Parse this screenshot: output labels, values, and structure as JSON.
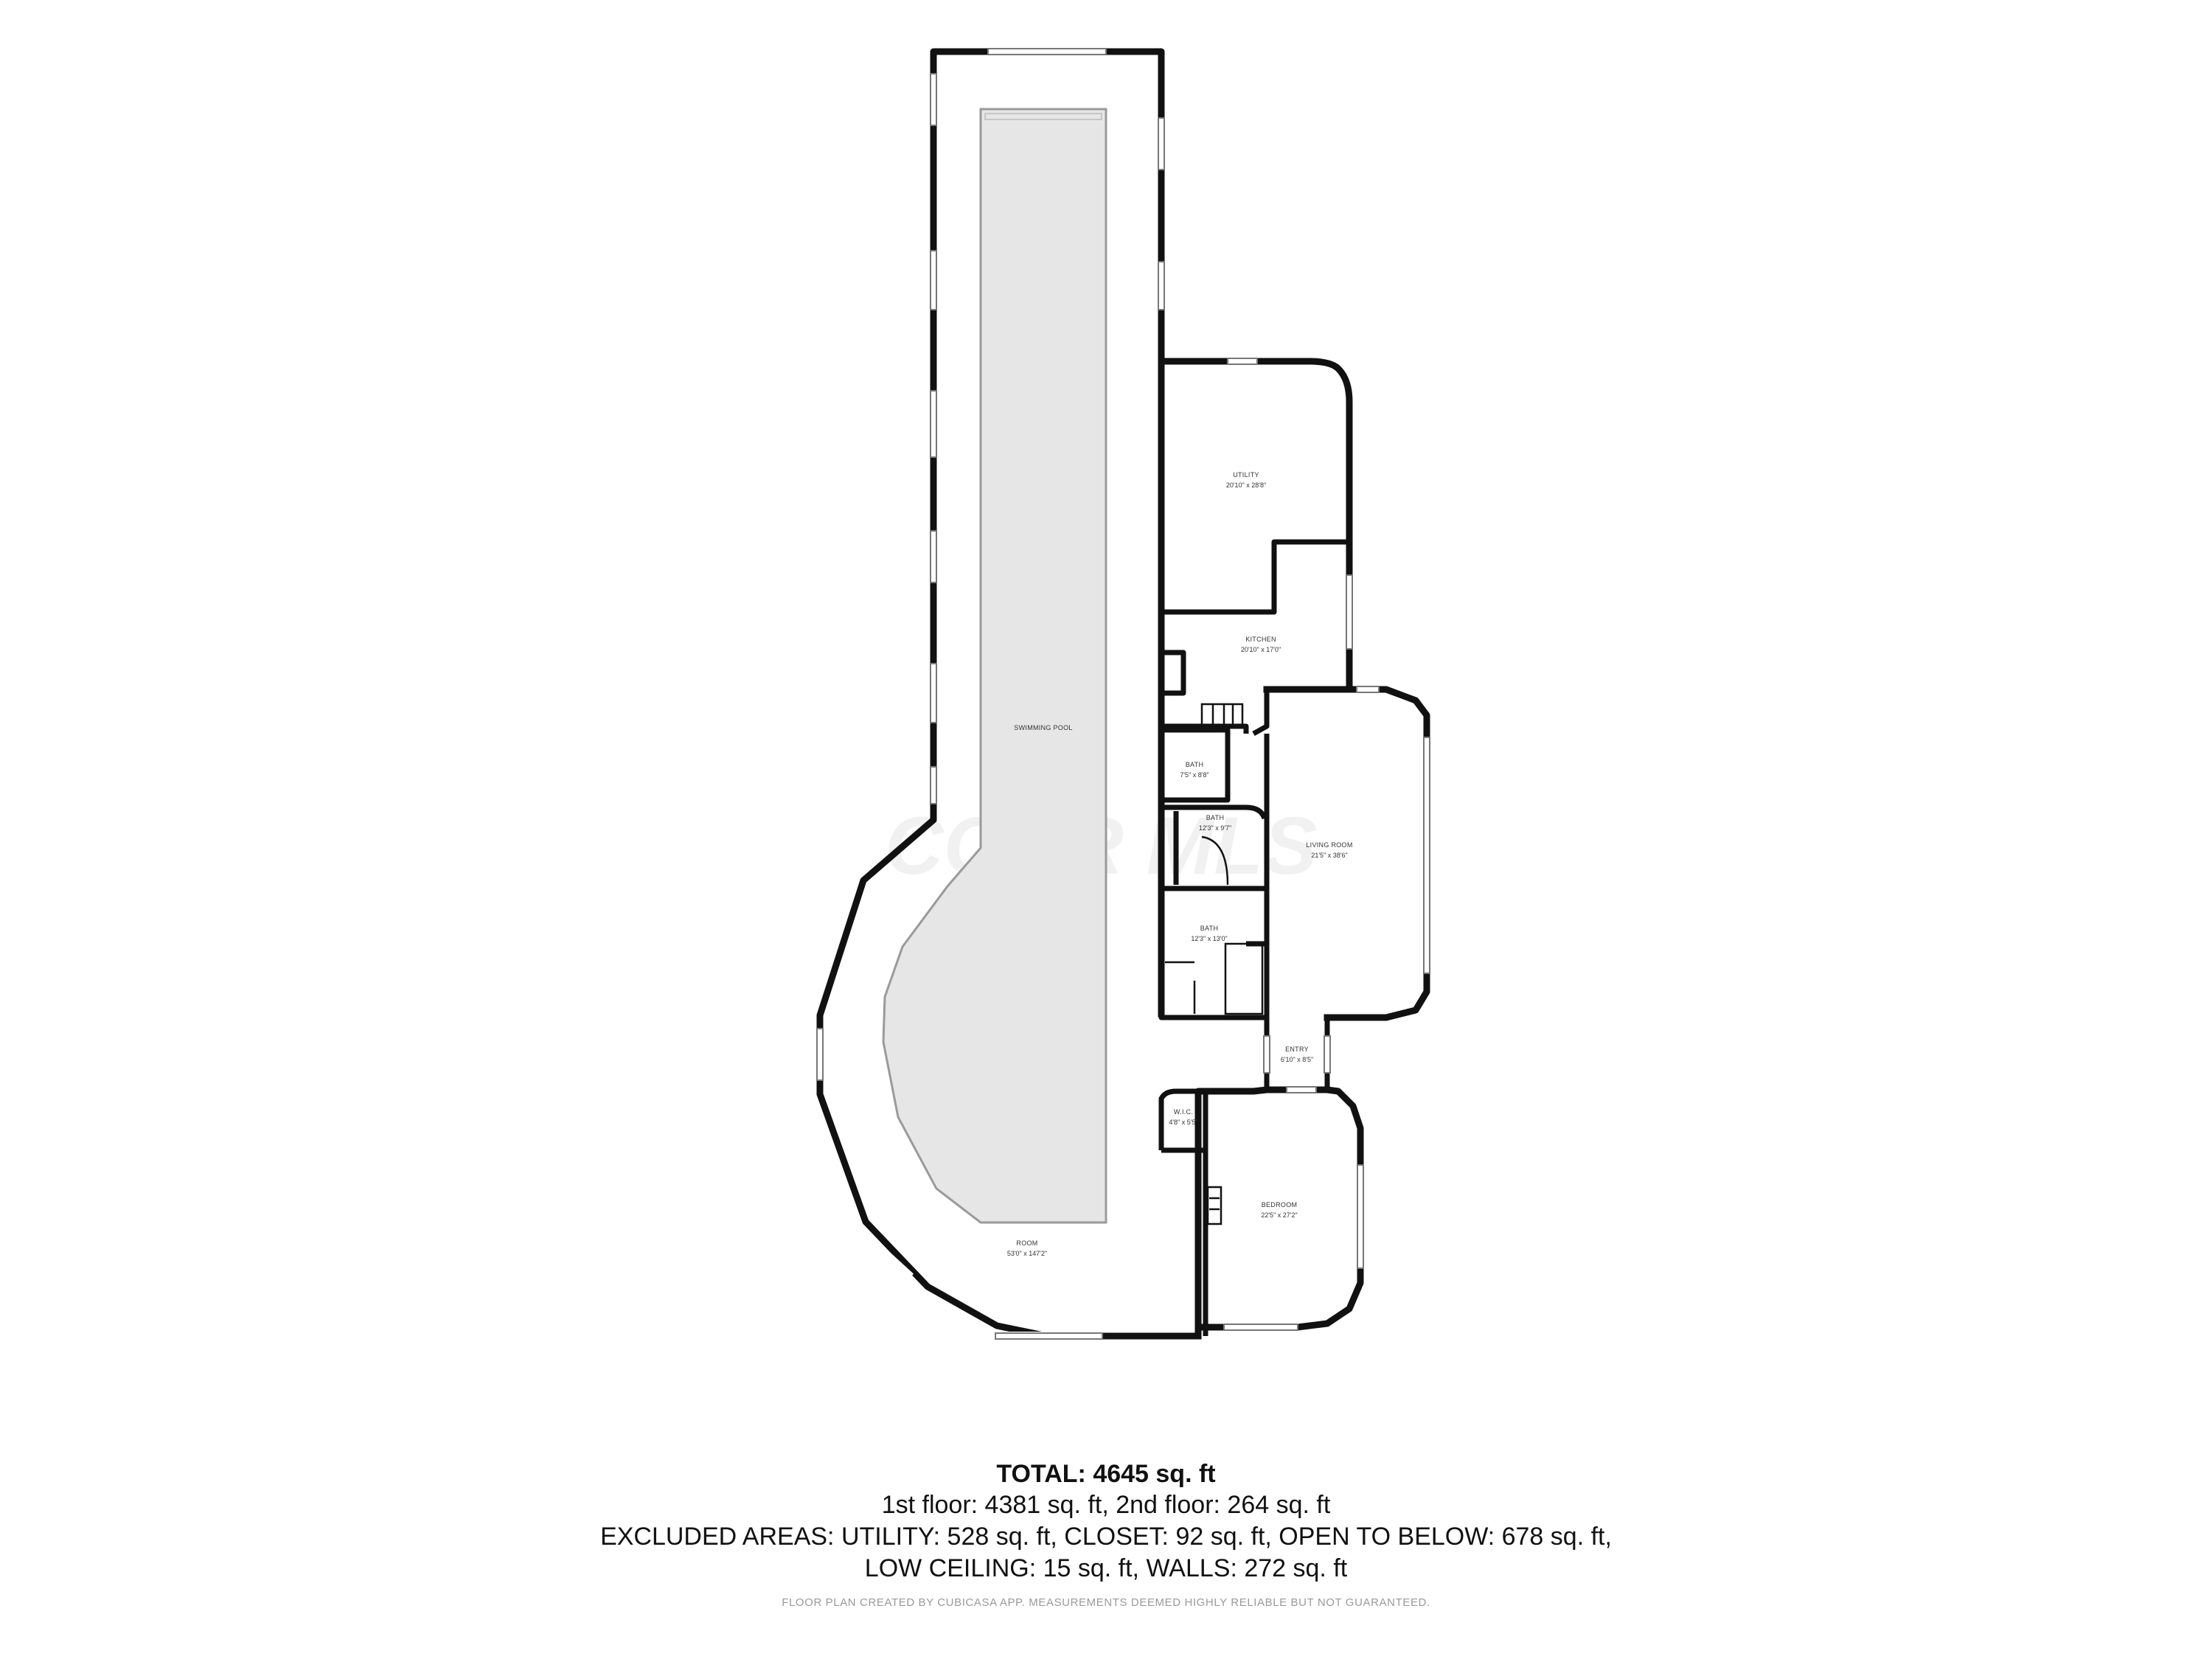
{
  "watermark": "CCOR MLS",
  "rooms": [
    {
      "id": "swimming-pool",
      "name": "SWIMMING POOL",
      "dims": ""
    },
    {
      "id": "utility",
      "name": "UTILITY",
      "dims": "20'10\" x 28'8\""
    },
    {
      "id": "kitchen",
      "name": "KITCHEN",
      "dims": "20'10\" x 17'0\""
    },
    {
      "id": "bath-1",
      "name": "BATH",
      "dims": "7'5\" x 8'8\""
    },
    {
      "id": "bath-2",
      "name": "BATH",
      "dims": "12'3\" x 9'7\""
    },
    {
      "id": "bath-3",
      "name": "BATH",
      "dims": "12'3\" x 13'0\""
    },
    {
      "id": "living-room",
      "name": "LIVING ROOM",
      "dims": "21'5\" x 38'6\""
    },
    {
      "id": "entry",
      "name": "ENTRY",
      "dims": "6'10\" x 8'5\""
    },
    {
      "id": "wic",
      "name": "W.I.C.",
      "dims": "4'8\" x 5'5\""
    },
    {
      "id": "bedroom",
      "name": "BEDROOM",
      "dims": "22'5\" x 27'2\""
    },
    {
      "id": "room",
      "name": "ROOM",
      "dims": "53'0\" x 147'2\""
    }
  ],
  "summary": {
    "total_label": "TOTAL:",
    "total_value": "4645 sq. ft",
    "floors": "1st floor: 4381 sq. ft, 2nd floor: 264 sq. ft",
    "excluded_line1": "EXCLUDED AREAS: UTILITY: 528 sq. ft, CLOSET: 92 sq. ft, OPEN TO BELOW: 678 sq. ft,",
    "excluded_line2": "LOW CEILING: 15 sq. ft, WALLS: 272 sq. ft"
  },
  "credit": "FLOOR PLAN CREATED BY CUBICASA APP. MEASUREMENTS DEEMED HIGHLY RELIABLE BUT NOT GUARANTEED."
}
